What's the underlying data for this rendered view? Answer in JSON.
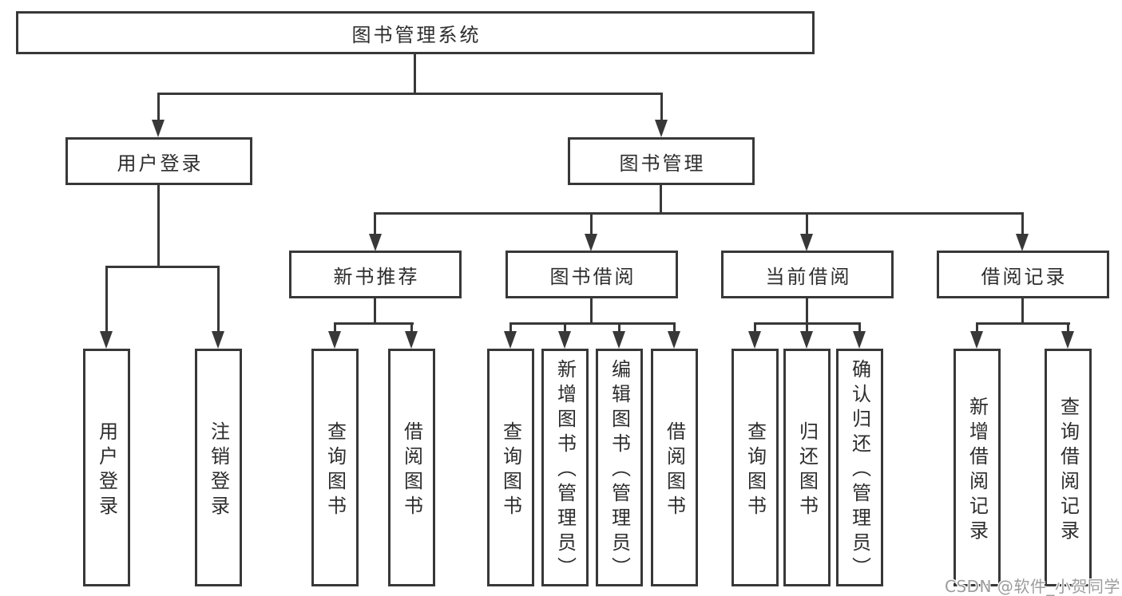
{
  "colors": {
    "line": "#383838",
    "text": "#2d2d2d",
    "watermark": "#9c9c9c",
    "background": "#ffffff"
  },
  "nodes": {
    "root": "图书管理系统",
    "user_login": "用户登录",
    "book_management": "图书管理",
    "new_book_recommend": "新书推荐",
    "book_borrow": "图书借阅",
    "current_borrow": "当前借阅",
    "borrow_records": "借阅记录",
    "leaf_user_login": "用户登录",
    "leaf_logout": "注销登录",
    "leaf_nbr_query_book": "查询图书",
    "leaf_nbr_borrow_book": "借阅图书",
    "leaf_bb_query_book": "查询图书",
    "leaf_bb_add_book": "新增图书（管理员）",
    "leaf_bb_edit_book": "编辑图书（管理员）",
    "leaf_bb_borrow_book": "借阅图书",
    "leaf_cb_query_book": "查询图书",
    "leaf_cb_return_book": "归还图书",
    "leaf_cb_confirm_return": "确认归还（管理员）",
    "leaf_br_add_record": "新增借阅记录",
    "leaf_br_query_record": "查询借阅记录"
  },
  "hierarchy": {
    "图书管理系统": {
      "用户登录": [
        "用户登录",
        "注销登录"
      ],
      "图书管理": {
        "新书推荐": [
          "查询图书",
          "借阅图书"
        ],
        "图书借阅": [
          "查询图书",
          "新增图书（管理员）",
          "编辑图书（管理员）",
          "借阅图书"
        ],
        "当前借阅": [
          "查询图书",
          "归还图书",
          "确认归还（管理员）"
        ],
        "借阅记录": [
          "新增借阅记录",
          "查询借阅记录"
        ]
      }
    }
  },
  "watermark": "CSDN @软件_小贺同学"
}
